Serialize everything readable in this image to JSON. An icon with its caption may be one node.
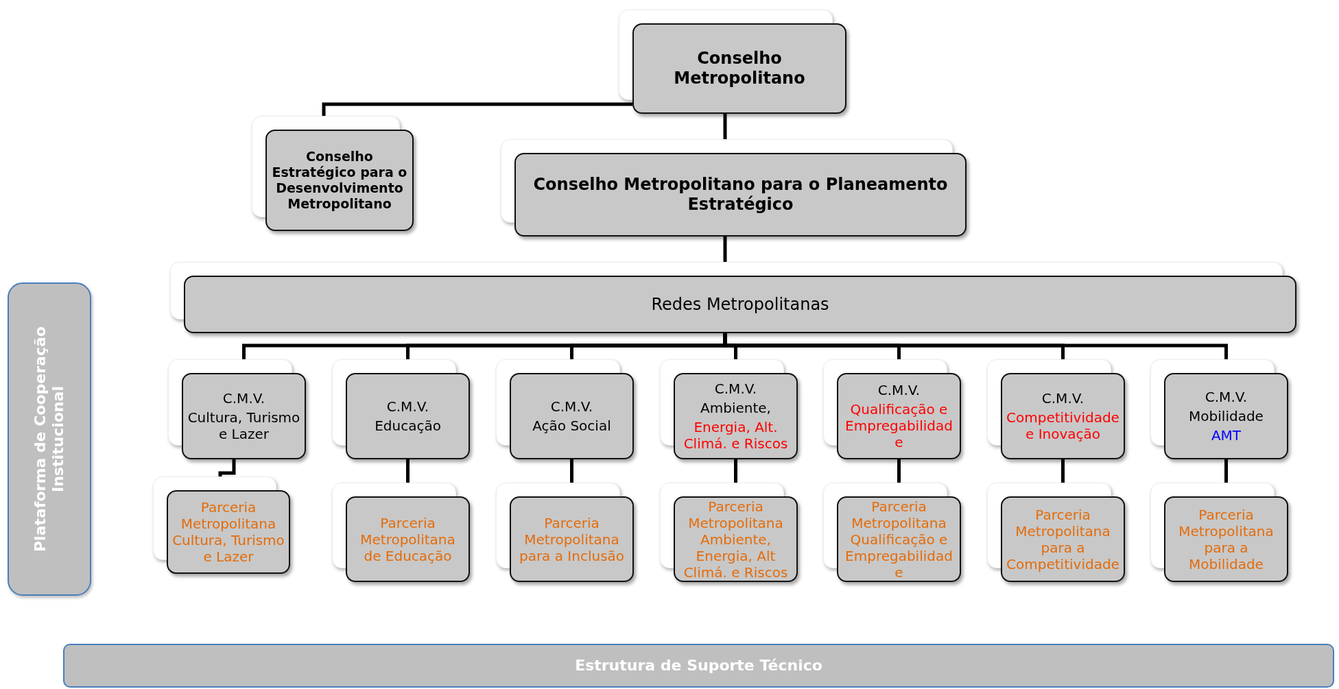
{
  "diagram": {
    "nodes": [
      {
        "text": [
          "Conselho Metropolitano"
        ]
      },
      {
        "text": [
          "Conselho Estratégico para o Desenvolvimento Metropolitano"
        ]
      },
      {
        "text": [
          "Conselho Metropolitano para o Planeamento Estratégico"
        ]
      },
      {
        "text": [
          "Redes Metropolitanas"
        ]
      },
      {
        "text": [
          "Plataforma de Cooperação Institucional"
        ]
      },
      {
        "text": [
          "C.M.V.",
          "Cultura, Turismo e Lazer"
        ]
      },
      {
        "text": [
          "C.M.V.",
          "Educação"
        ]
      },
      {
        "text": [
          "C.M.V.",
          "Ação Social"
        ]
      },
      {
        "text": [
          "C.M.V.",
          "Ambiente,",
          "Energia, Alt. Climá. e Riscos"
        ]
      },
      {
        "text": [
          "C.M.V.",
          "Qualificação e Empregabilidade"
        ]
      },
      {
        "text": [
          "C.M.V.",
          "Competitividade e Inovação"
        ]
      },
      {
        "text": [
          "C.M.V.",
          "Mobilidade",
          "AMT"
        ]
      },
      {
        "text": [
          "Parceria Metropolitana Cultura, Turismo e Lazer"
        ]
      },
      {
        "text": [
          "Parceria Metropolitana de Educação"
        ]
      },
      {
        "text": [
          "Parceria Metropolitana para a Inclusão"
        ]
      },
      {
        "text": [
          "Parceria Metropolitana Ambiente, Energia, Alt Climá. e Riscos"
        ]
      },
      {
        "text": [
          "Parceria Metropolitana Qualificação e Empregabilidade"
        ]
      },
      {
        "text": [
          "Parceria Metropolitana para a Competitividade"
        ]
      },
      {
        "text": [
          "Parceria Metropolitana para a Mobilidade"
        ]
      },
      {
        "text": [
          "Estrutura de Suporte Técnico"
        ]
      }
    ],
    "edges": [
      {
        "from": 0,
        "to": 1,
        "arrow": "none"
      },
      {
        "from": 0,
        "to": 2,
        "arrow": "none"
      },
      {
        "from": 2,
        "to": 3,
        "arrow": "none"
      },
      {
        "from": 3,
        "to": 5,
        "arrow": "none"
      },
      {
        "from": 3,
        "to": 6,
        "arrow": "none"
      },
      {
        "from": 3,
        "to": 7,
        "arrow": "none"
      },
      {
        "from": 3,
        "to": 8,
        "arrow": "none"
      },
      {
        "from": 3,
        "to": 9,
        "arrow": "none"
      },
      {
        "from": 3,
        "to": 10,
        "arrow": "none"
      },
      {
        "from": 3,
        "to": 11,
        "arrow": "none"
      },
      {
        "from": 5,
        "to": 12,
        "arrow": "none"
      },
      {
        "from": 6,
        "to": 13,
        "arrow": "none"
      },
      {
        "from": 7,
        "to": 14,
        "arrow": "none"
      },
      {
        "from": 8,
        "to": 15,
        "arrow": "none"
      },
      {
        "from": 9,
        "to": 16,
        "arrow": "none"
      },
      {
        "from": 10,
        "to": 17,
        "arrow": "none"
      },
      {
        "from": 11,
        "to": 18,
        "arrow": "none"
      }
    ]
  }
}
